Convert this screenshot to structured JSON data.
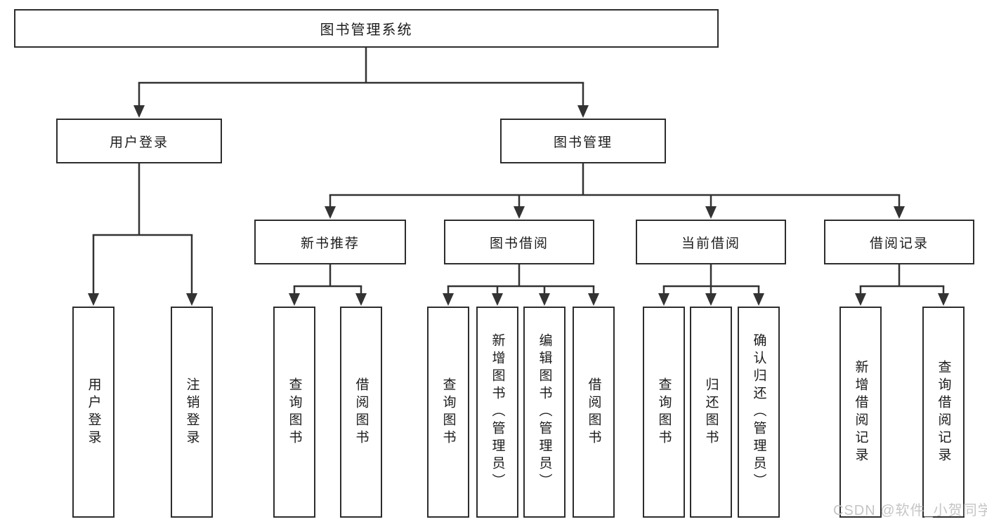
{
  "diagram": {
    "watermark": "CSDN @软件_小贺同学",
    "colors": {
      "border": "#2d2d2d",
      "line": "#333333",
      "text": "#1c1c1c",
      "background": "#ffffff",
      "watermark": "#c5c5c5"
    },
    "nodes": {
      "root": {
        "label": "图书管理系统"
      },
      "level2": {
        "user_login": {
          "label": "用户登录"
        },
        "book_mgmt": {
          "label": "图书管理"
        }
      },
      "level3": {
        "new_books": {
          "label": "新书推荐"
        },
        "book_borrow": {
          "label": "图书借阅"
        },
        "current_borrow": {
          "label": "当前借阅"
        },
        "borrow_records": {
          "label": "借阅记录"
        }
      },
      "leaves": {
        "leaf_user_login": {
          "label": "用户登录"
        },
        "leaf_logout": {
          "label": "注销登录"
        },
        "nb_query": {
          "label": "查询图书"
        },
        "nb_borrow": {
          "label": "借阅图书"
        },
        "bb_query": {
          "label": "查询图书"
        },
        "bb_add": {
          "label": "新增图书（管理员）"
        },
        "bb_edit": {
          "label": "编辑图书（管理员）"
        },
        "bb_borrow": {
          "label": "借阅图书"
        },
        "cb_query": {
          "label": "查询图书"
        },
        "cb_return": {
          "label": "归还图书"
        },
        "cb_confirm": {
          "label": "确认归还（管理员）"
        },
        "br_add": {
          "label": "新增借阅记录"
        },
        "br_query": {
          "label": "查询借阅记录"
        }
      }
    }
  }
}
